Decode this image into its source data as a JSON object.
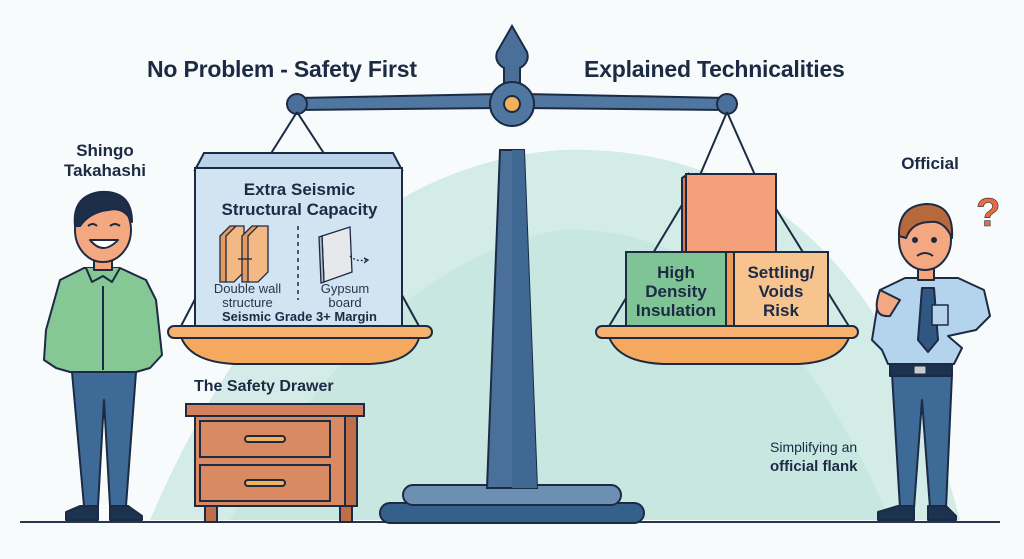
{
  "headings": {
    "left": "No Problem - Safety First",
    "right": "Explained Technicalities"
  },
  "characters": {
    "left_name": "Shingo Takahashi",
    "left_name_line1": "Shingo",
    "left_name_line2": "Takahashi",
    "right_name": "Official",
    "right_thought_icon": "question-mark-icon"
  },
  "left_pan": {
    "box_title_line1": "Extra Seismic",
    "box_title_line2": "Structural Capacity",
    "item1_line1": "Double wall",
    "item1_line2": "structure",
    "item2_line1": "Gypsum",
    "item2_line2": "board",
    "footer": "Seismic Grade 3+ Margin"
  },
  "right_pan": {
    "block_green_line1": "High",
    "block_green_line2": "Density",
    "block_green_line3": "Insulation",
    "block_orange_line1": "Settling/",
    "block_orange_line2": "Voids",
    "block_orange_line3": "Risk"
  },
  "drawer": {
    "label": "The Safety Drawer"
  },
  "caption": {
    "line1": "Simplifying an",
    "line2": "official flank"
  },
  "colors": {
    "ink": "#1c2a44",
    "scale_blue": "#4a709a",
    "scale_light": "#6c8fb2",
    "pan_orange": "#f4a95e",
    "pivot_gold": "#f2b05a",
    "box_blue": "#d2e4f2",
    "block_green": "#7fc495",
    "block_peach": "#f7c48f",
    "block_coral": "#f0926a",
    "drawer_brown": "#d4805a",
    "backdrop_mint": "#cbe8e2",
    "shirt_green": "#86c796",
    "shirt_blue": "#b4d4ee",
    "pants_blue": "#3e6a97",
    "question_orange": "#ea6a3e"
  }
}
